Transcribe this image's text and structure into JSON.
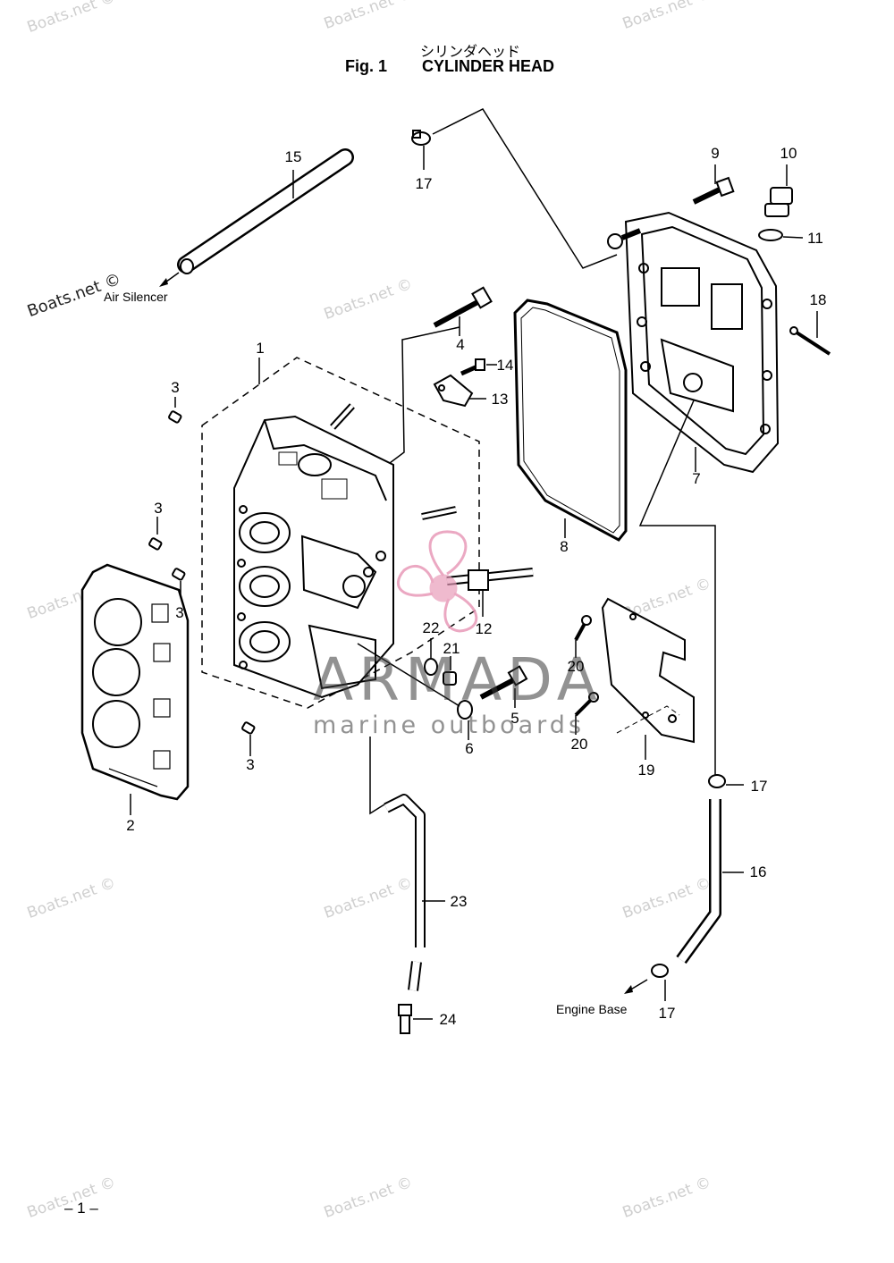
{
  "header": {
    "title_jp": "シリンダヘッド",
    "fig_label": "Fig. 1",
    "title": "CYLINDER HEAD"
  },
  "callouts": {
    "c1": "1",
    "c2": "2",
    "c3a": "3",
    "c3b": "3",
    "c3c": "3",
    "c3d": "3",
    "c4": "4",
    "c5": "5",
    "c6": "6",
    "c7": "7",
    "c8": "8",
    "c9": "9",
    "c10": "10",
    "c11": "11",
    "c12": "12",
    "c13": "13",
    "c14": "14",
    "c15": "15",
    "c16": "16",
    "c17a": "17",
    "c17b": "17",
    "c17c": "17",
    "c18": "18",
    "c19": "19",
    "c20a": "20",
    "c20b": "20",
    "c21": "21",
    "c22": "22",
    "c23": "23",
    "c24": "24"
  },
  "notes": {
    "air_silencer": "Air Silencer",
    "engine_base": "Engine Base"
  },
  "watermarks": {
    "boats": "Boats.net ©",
    "brand_name": "ARMADA",
    "brand_tagline": "marine outboards",
    "logo_color": "#e89ab8"
  },
  "footer": {
    "page": "– 1 –"
  }
}
